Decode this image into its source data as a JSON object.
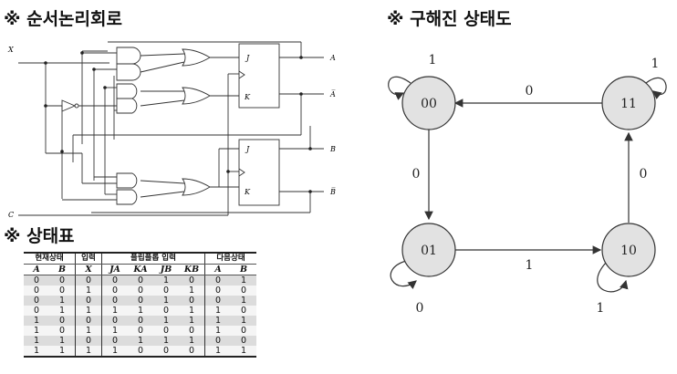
{
  "headings": {
    "circuit": "※ 순서논리회로",
    "state_diagram": "※ 구해진 상태도",
    "state_table": "※ 상태표"
  },
  "circuit": {
    "input_x": "X",
    "input_c": "C",
    "ff_labels": [
      "J",
      "K",
      "J",
      "K"
    ],
    "outputs": [
      "A",
      "A̅",
      "B",
      "B̅"
    ]
  },
  "state_diagram": {
    "states": [
      "00",
      "11",
      "01",
      "10"
    ],
    "transitions": [
      {
        "from": "00",
        "to": "00",
        "label": "1"
      },
      {
        "from": "11",
        "to": "00",
        "label": "0"
      },
      {
        "from": "11",
        "to": "11",
        "label": "1"
      },
      {
        "from": "00",
        "to": "01",
        "label": "0"
      },
      {
        "from": "10",
        "to": "11",
        "label": "0"
      },
      {
        "from": "01",
        "to": "10",
        "label": "1"
      },
      {
        "from": "01",
        "to": "01",
        "label": "0"
      },
      {
        "from": "10",
        "to": "10",
        "label": "1"
      }
    ]
  },
  "state_table": {
    "group_headers": [
      "현재상태",
      "입력",
      "플립플롭 입력",
      "다음상태"
    ],
    "columns": [
      "A",
      "B",
      "X",
      "JA",
      "KA",
      "JB",
      "KB",
      "A",
      "B"
    ],
    "rows": [
      [
        "0",
        "0",
        "0",
        "0",
        "0",
        "1",
        "0",
        "0",
        "1"
      ],
      [
        "0",
        "0",
        "1",
        "0",
        "0",
        "0",
        "1",
        "0",
        "0"
      ],
      [
        "0",
        "1",
        "0",
        "0",
        "0",
        "1",
        "0",
        "0",
        "1"
      ],
      [
        "0",
        "1",
        "1",
        "1",
        "1",
        "0",
        "1",
        "1",
        "0"
      ],
      [
        "1",
        "0",
        "0",
        "0",
        "0",
        "1",
        "1",
        "1",
        "1"
      ],
      [
        "1",
        "0",
        "1",
        "1",
        "0",
        "0",
        "0",
        "1",
        "0"
      ],
      [
        "1",
        "1",
        "0",
        "0",
        "1",
        "1",
        "1",
        "0",
        "0"
      ],
      [
        "1",
        "1",
        "1",
        "1",
        "0",
        "0",
        "0",
        "1",
        "1"
      ]
    ]
  }
}
